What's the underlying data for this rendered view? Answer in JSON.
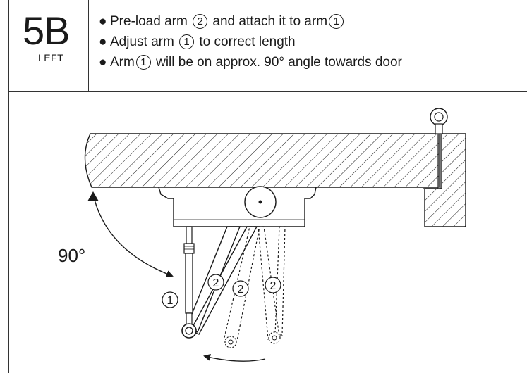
{
  "step": {
    "number": "5B",
    "side": "LEFT"
  },
  "instructions": [
    {
      "text_1": "Pre-load arm ",
      "ref_1": "2",
      "text_2": " and attach it to arm",
      "ref_2": "1"
    },
    {
      "text_1": "Adjust arm ",
      "ref_1": "1",
      "text_2": " to correct length"
    },
    {
      "text_1": "Arm",
      "ref_1": "1",
      "text_2": " will be on approx. 90° angle towards door"
    }
  ],
  "bullet_symbol": "●",
  "diagram": {
    "angle_label": "90°",
    "arm_1_label": "1",
    "arm_2_labels": [
      "2",
      "2",
      "2"
    ]
  },
  "colors": {
    "line": "#1a1a1a",
    "frame": "#333333"
  }
}
